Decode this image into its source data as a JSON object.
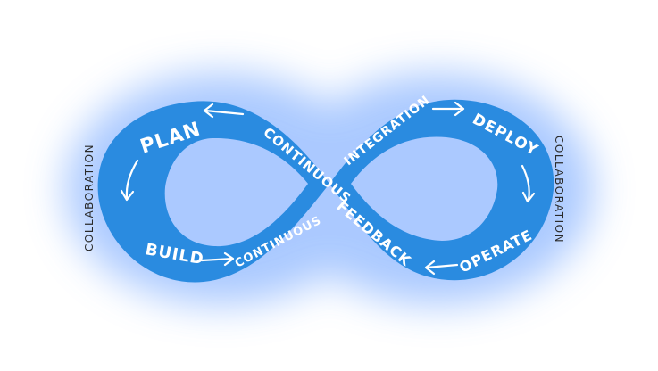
{
  "diagram": {
    "colors": {
      "band": "#2a8be0",
      "glow": "#8fb8ff",
      "text": "#ffffff",
      "side_text": "#2a2a2a"
    },
    "labels": {
      "plan": "PLAN",
      "build": "BUILD",
      "continuous_left": "CONTINUOUS",
      "continuous_center": "CONTINUOUS",
      "integration": "INTEGRATION",
      "deploy": "DEPLOY",
      "operate": "OPERATE",
      "feedback": "FEEDBACK",
      "collaboration_left": "COLLABORATION",
      "collaboration_right": "COLLABORATION"
    }
  }
}
